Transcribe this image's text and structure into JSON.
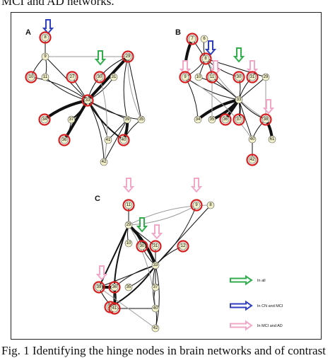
{
  "caption": {
    "top": "MCI and AD networks.",
    "bottom": "Fig. 1   Identifying the hinge nodes in brain networks and of contrast"
  },
  "colors": {
    "red": "#d62020",
    "node_fill": "#f2f0c9",
    "edge": "#111111",
    "gray_edge": "#9a9a9a",
    "green": "#2fae4a",
    "blue": "#2f3fc0",
    "pink": "#f2a7c6"
  },
  "panels": [
    {
      "label": "A",
      "nodes": [
        {
          "label": "8",
          "red": true
        },
        {
          "label": "9",
          "red": false
        },
        {
          "label": "10",
          "red": true
        },
        {
          "label": "11",
          "red": false
        },
        {
          "label": "27",
          "red": true
        },
        {
          "label": "30",
          "red": true
        },
        {
          "label": "31",
          "red": false
        },
        {
          "label": "29",
          "red": true
        },
        {
          "label": "33",
          "red": true
        },
        {
          "label": "34",
          "red": true
        },
        {
          "label": "37",
          "red": false
        },
        {
          "label": "36",
          "red": true
        },
        {
          "label": "41",
          "red": false
        },
        {
          "label": "40",
          "red": true
        },
        {
          "label": "39",
          "red": false
        },
        {
          "label": "35",
          "red": false
        },
        {
          "label": "42",
          "red": false
        }
      ]
    },
    {
      "label": "B",
      "nodes": [
        {
          "label": "7",
          "red": true
        },
        {
          "label": "6",
          "red": false
        },
        {
          "label": "8",
          "red": true
        },
        {
          "label": "9",
          "red": true
        },
        {
          "label": "10",
          "red": false
        },
        {
          "label": "11",
          "red": true
        },
        {
          "label": "30",
          "red": true
        },
        {
          "label": "31",
          "red": true
        },
        {
          "label": "29",
          "red": false
        },
        {
          "label": "33",
          "red": false
        },
        {
          "label": "34",
          "red": false
        },
        {
          "label": "35",
          "red": false
        },
        {
          "label": "36",
          "red": true
        },
        {
          "label": "37",
          "red": true
        },
        {
          "label": "38",
          "red": true
        },
        {
          "label": "40",
          "red": false
        },
        {
          "label": "61",
          "red": false
        },
        {
          "label": "42",
          "red": true
        }
      ]
    },
    {
      "label": "C",
      "nodes": [
        {
          "label": "11",
          "red": true
        },
        {
          "label": "9",
          "red": true
        },
        {
          "label": "8",
          "red": false
        },
        {
          "label": "29",
          "red": false
        },
        {
          "label": "10",
          "red": false
        },
        {
          "label": "30",
          "red": true
        },
        {
          "label": "31",
          "red": true
        },
        {
          "label": "12",
          "red": true
        },
        {
          "label": "33",
          "red": false
        },
        {
          "label": "39",
          "red": true
        },
        {
          "label": "36",
          "red": true
        },
        {
          "label": "35",
          "red": false
        },
        {
          "label": "37",
          "red": false
        },
        {
          "label": "34",
          "red": true
        },
        {
          "label": "41",
          "red": true
        },
        {
          "label": "40",
          "red": false
        },
        {
          "label": "42",
          "red": false
        }
      ]
    }
  ],
  "legend": [
    {
      "label": "In all",
      "color_key": "green"
    },
    {
      "label": "In CN and MCI",
      "color_key": "blue"
    },
    {
      "label": "In MCI and AD",
      "color_key": "pink"
    }
  ]
}
